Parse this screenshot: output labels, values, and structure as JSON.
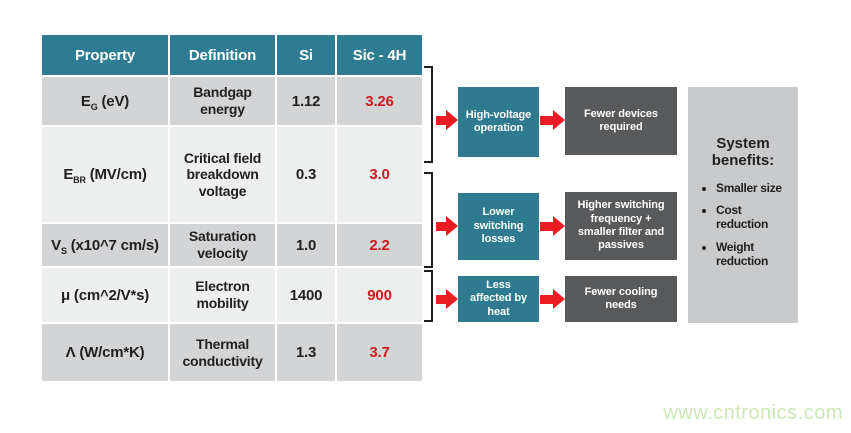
{
  "colors": {
    "teal": "#2e7c92",
    "arrow_red": "#ec1c24",
    "value_red": "#cf1a1f",
    "effect_box_gray": "#58595b",
    "benefits_panel_gray": "#c8cacb",
    "row_dark": "#d2d4d5",
    "row_light": "#edefee",
    "text_dark": "#231f20",
    "watermark_green": "#cbe8b5"
  },
  "table": {
    "headers": [
      "Property",
      "Definition",
      "Si",
      "Sic - 4H"
    ],
    "rows": [
      {
        "property": {
          "base": "E",
          "sub": "G",
          "rest": " (eV)"
        },
        "definition": "Bandgap energy",
        "definition_lines": [
          "Bandgap",
          "energy"
        ],
        "si": "1.12",
        "sic4h": "3.26"
      },
      {
        "property": {
          "base": "E",
          "sub": "BR",
          "rest": " (MV/cm)"
        },
        "definition": "Critical field breakdown voltage",
        "definition_lines": [
          "Critical field",
          "breakdown",
          "voltage"
        ],
        "si": "0.3",
        "sic4h": "3.0"
      },
      {
        "property": {
          "base": "V",
          "sub": "S",
          "rest": " (x10^7 cm/s)"
        },
        "definition": "Saturation velocity",
        "definition_lines": [
          "Saturation",
          "velocity"
        ],
        "si": "1.0",
        "sic4h": "2.2"
      },
      {
        "property": {
          "base": "μ",
          "sub": "",
          "rest": " (cm^2/V*s)"
        },
        "definition": "Electron mobility",
        "definition_lines": [
          "Electron",
          "mobility"
        ],
        "si": "1400",
        "sic4h": "900"
      },
      {
        "property": {
          "base": "Λ",
          "sub": "",
          "rest": " (W/cm*K)"
        },
        "definition": "Thermal conductivity",
        "definition_lines": [
          "Thermal",
          "conductivity"
        ],
        "si": "1.3",
        "sic4h": "3.7"
      }
    ]
  },
  "flows": [
    {
      "cause": "High-voltage operation",
      "cause_lines": [
        "High-voltage",
        "operation"
      ],
      "effect": "Fewer devices required",
      "effect_lines": [
        "Fewer devices",
        "required"
      ]
    },
    {
      "cause": "Lower switching losses",
      "cause_lines": [
        "Lower",
        "switching",
        "losses"
      ],
      "effect": "Higher switching frequency + smaller filter and passives",
      "effect_lines": [
        "Higher switching",
        "frequency +",
        "smaller filter and",
        "passives"
      ]
    },
    {
      "cause": "Less affected by heat",
      "cause_lines": [
        "Less",
        "affected by",
        "heat"
      ],
      "effect": "Fewer cooling needs",
      "effect_lines": [
        "Fewer cooling",
        "needs"
      ]
    }
  ],
  "benefits": {
    "title": "System benefits:",
    "items": [
      "Smaller size",
      "Cost reduction",
      "Weight reduction"
    ]
  },
  "watermark": "www.cntronics.com"
}
